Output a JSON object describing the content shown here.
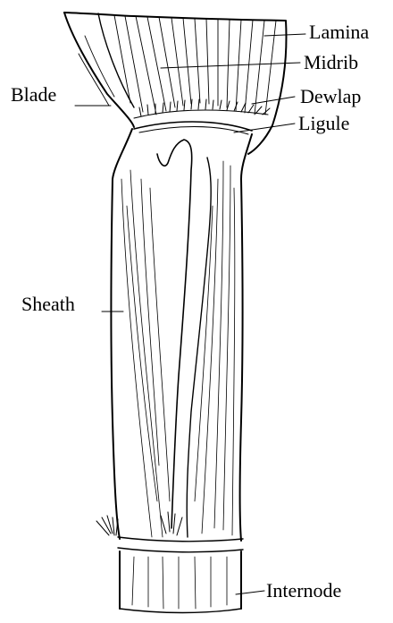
{
  "labels": {
    "lamina": "Lamina",
    "midrib": "Midrib",
    "blade": "Blade",
    "dewlap": "Dewlap",
    "ligule": "Ligule",
    "sheath": "Sheath",
    "internode": "Internode"
  },
  "colors": {
    "ink": "#000000",
    "paper": "#ffffff"
  }
}
